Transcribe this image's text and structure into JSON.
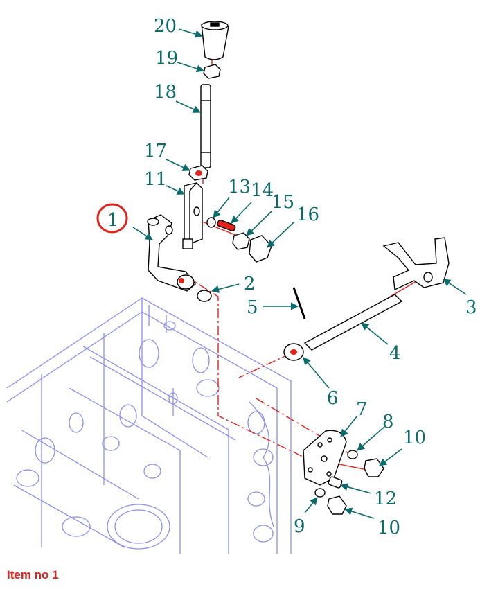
{
  "diagram": {
    "callouts": [
      {
        "id": "20",
        "label": "20"
      },
      {
        "id": "19",
        "label": "19"
      },
      {
        "id": "18",
        "label": "18"
      },
      {
        "id": "17",
        "label": "17"
      },
      {
        "id": "11",
        "label": "11"
      },
      {
        "id": "13",
        "label": "13"
      },
      {
        "id": "14",
        "label": "14"
      },
      {
        "id": "15",
        "label": "15"
      },
      {
        "id": "16",
        "label": "16"
      },
      {
        "id": "1",
        "label": "1"
      },
      {
        "id": "2",
        "label": "2"
      },
      {
        "id": "5",
        "label": "5"
      },
      {
        "id": "3",
        "label": "3"
      },
      {
        "id": "4",
        "label": "4"
      },
      {
        "id": "6",
        "label": "6"
      },
      {
        "id": "7",
        "label": "7"
      },
      {
        "id": "8",
        "label": "8"
      },
      {
        "id": "10a",
        "label": "10"
      },
      {
        "id": "12",
        "label": "12"
      },
      {
        "id": "9",
        "label": "9"
      },
      {
        "id": "10b",
        "label": "10"
      }
    ],
    "highlighted_item": "1",
    "colors": {
      "callout_text": "#0b6b6b",
      "leader_line": "#0b6b6b",
      "highlight_ring": "#e3211b",
      "housing_line": "#8a8ff0",
      "part_line": "#000000",
      "axis_line": "#e3211b"
    }
  },
  "caption": "Item no 1"
}
